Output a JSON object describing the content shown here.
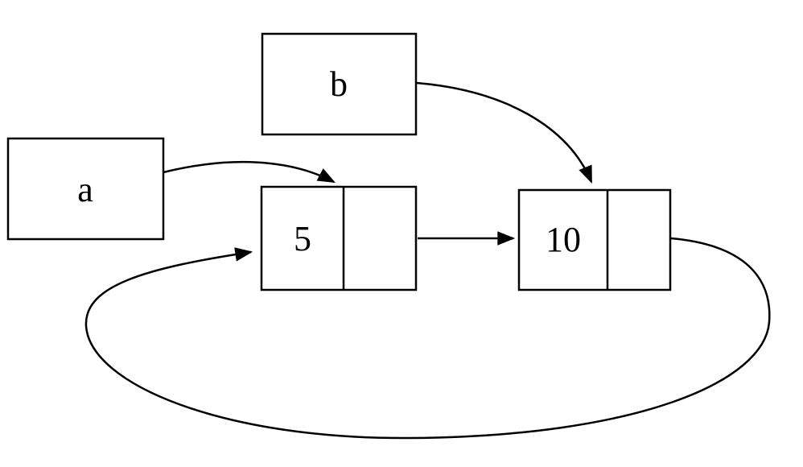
{
  "diagram": {
    "variables": [
      {
        "id": "a",
        "label": "a"
      },
      {
        "id": "b",
        "label": "b"
      }
    ],
    "nodes": [
      {
        "id": "node1",
        "value": "5"
      },
      {
        "id": "node2",
        "value": "10"
      }
    ],
    "edges": [
      {
        "name": "a-to-node1",
        "from": "a",
        "to": "node1"
      },
      {
        "name": "b-to-node2",
        "from": "b",
        "to": "node2"
      },
      {
        "name": "node1-next-to-node2",
        "from": "node1.next",
        "to": "node2"
      },
      {
        "name": "node2-next-to-node1",
        "from": "node2.next",
        "to": "node1"
      }
    ],
    "colors": {
      "stroke": "#000000",
      "background": "#ffffff",
      "text": "#000000"
    }
  }
}
